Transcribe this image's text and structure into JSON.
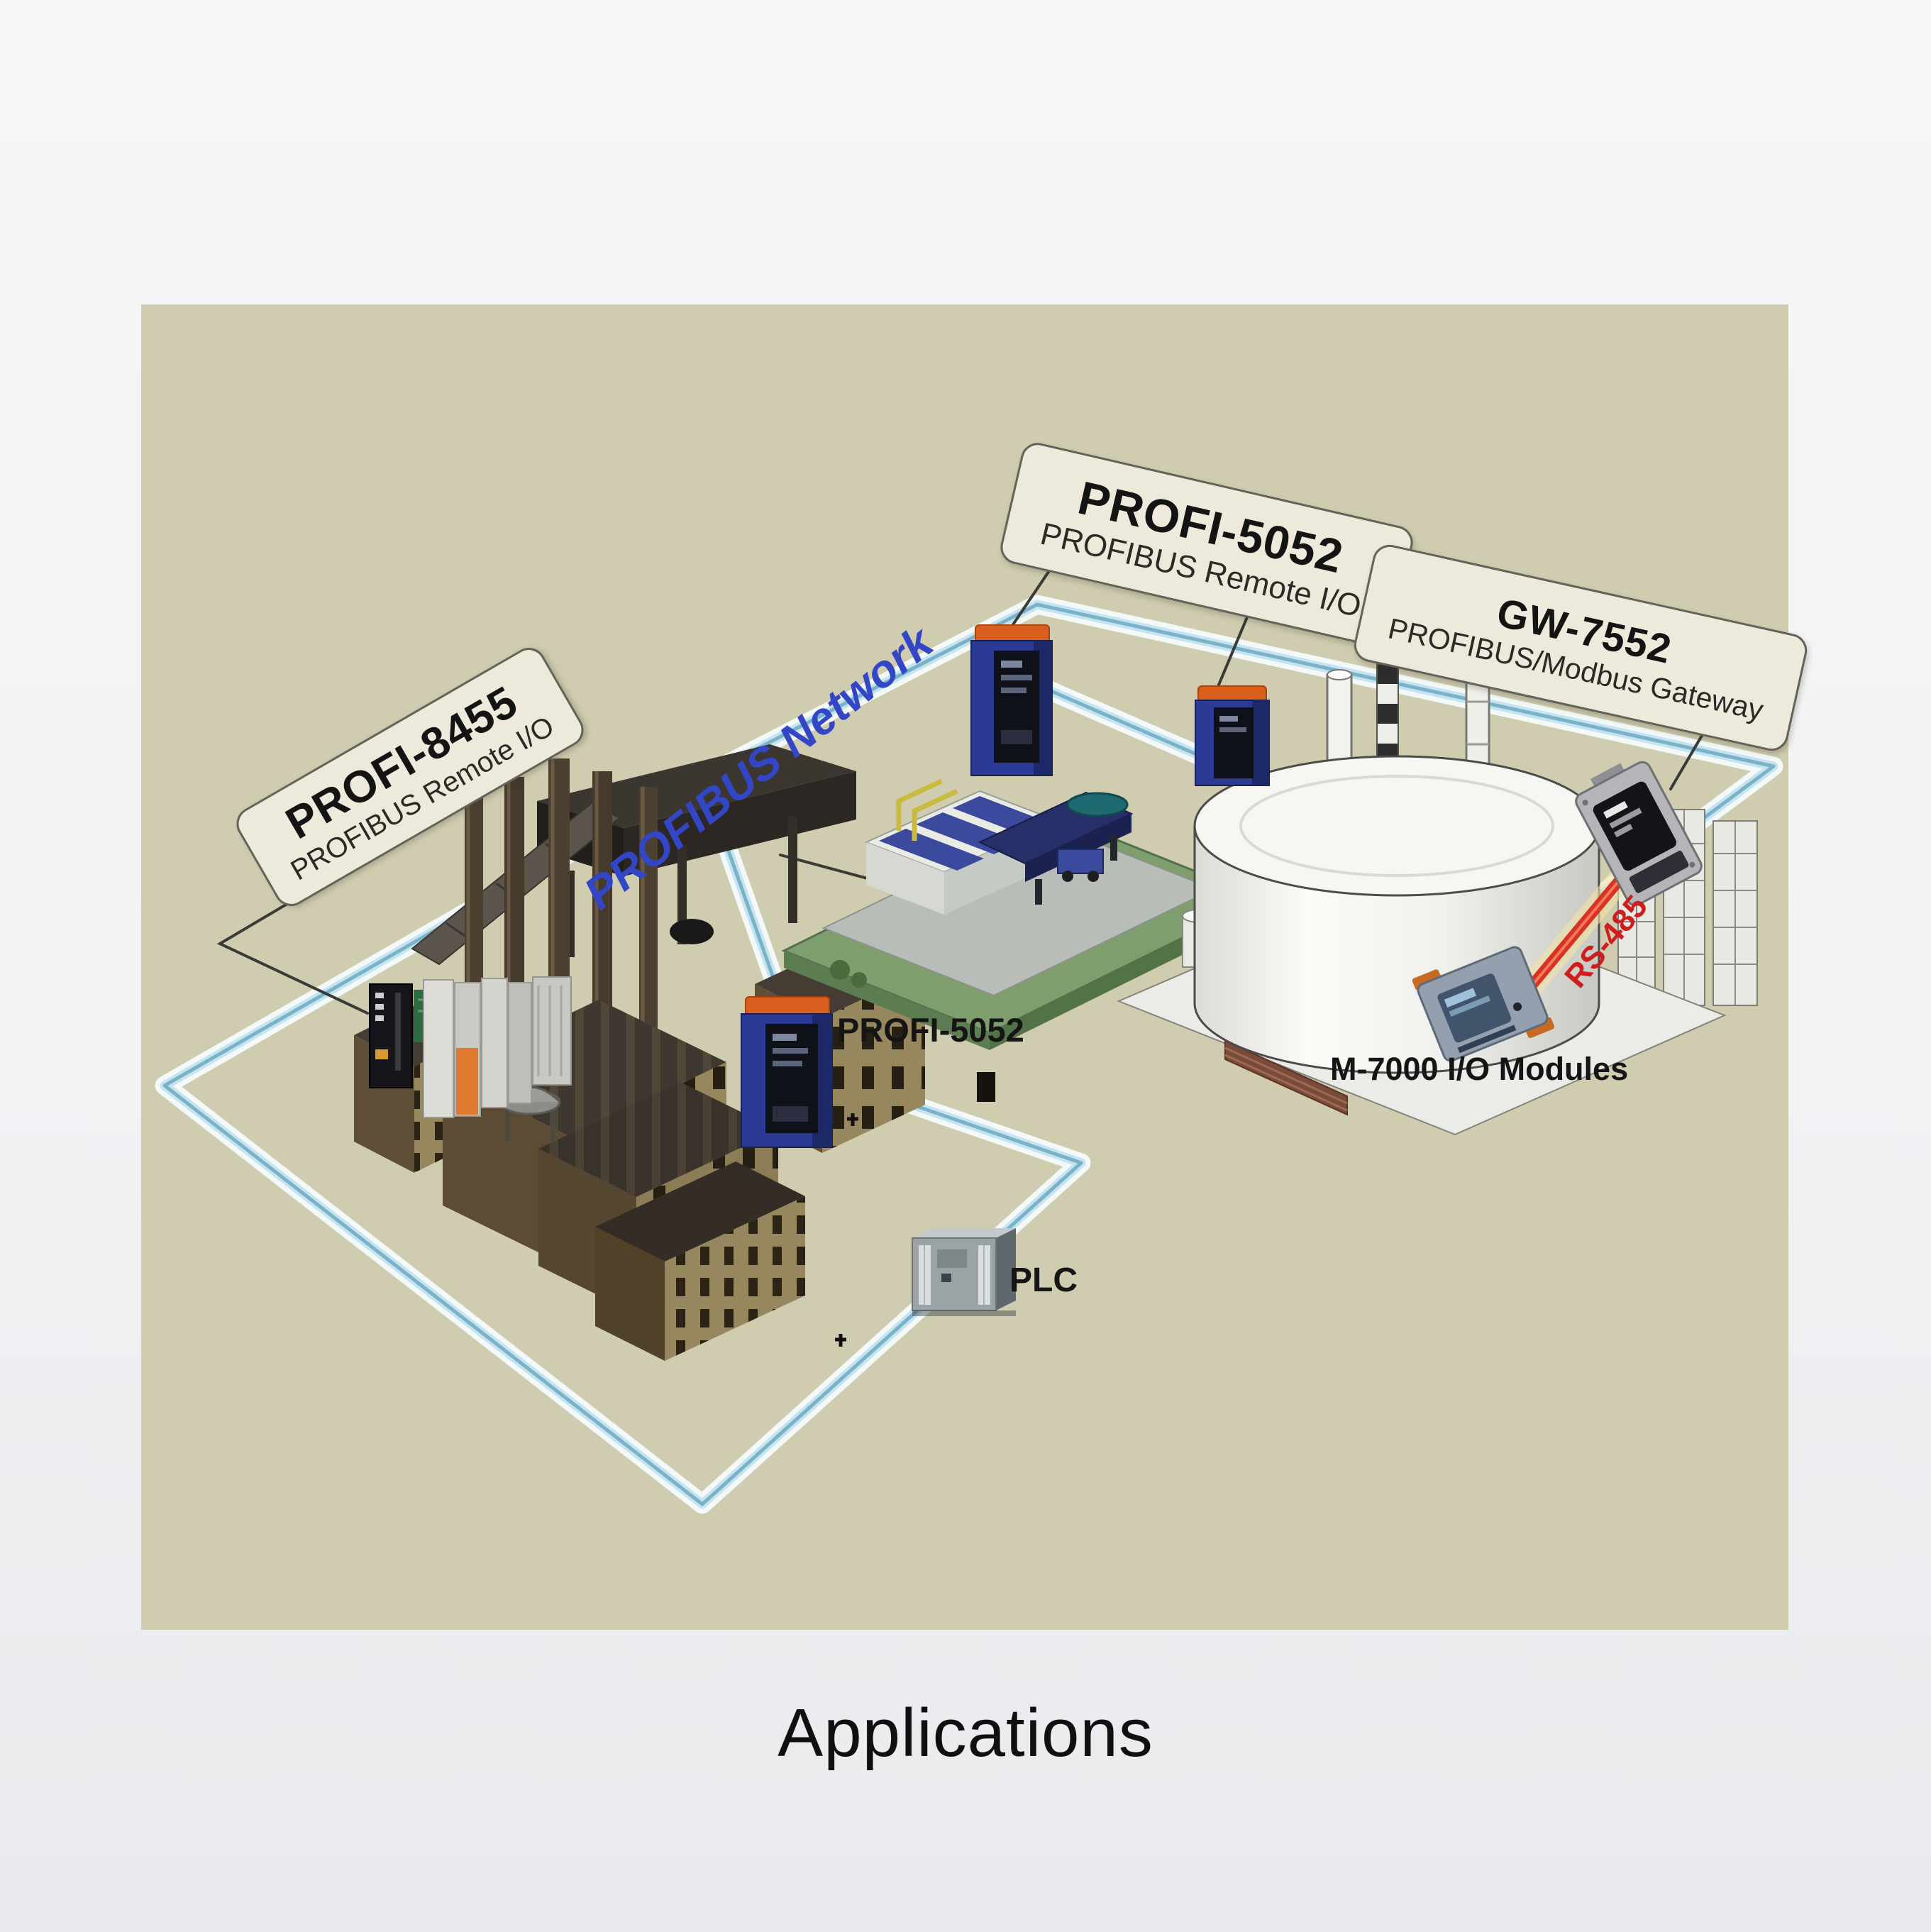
{
  "caption": "Applications",
  "balloons": {
    "profi8455": {
      "title": "PROFI-8455",
      "subtitle": "PROFIBUS Remote I/O"
    },
    "profi5052": {
      "title": "PROFI-5052",
      "subtitle": "PROFIBUS Remote I/O"
    },
    "gw7552": {
      "title": "GW-7552",
      "subtitle": "PROFIBUS/Modbus Gateway"
    }
  },
  "labels": {
    "network": "PROFIBUS Network",
    "profi5052_device": "PROFI-5052",
    "plc": "PLC",
    "m7000": "M-7000 I/O Modules",
    "rs485": "RS-485"
  },
  "colors": {
    "canvas_bg": "#d0ccaf",
    "network_text_blue": "#3346c6",
    "rs485_red": "#cf1d1d",
    "network_line": "#7ab2c9"
  }
}
